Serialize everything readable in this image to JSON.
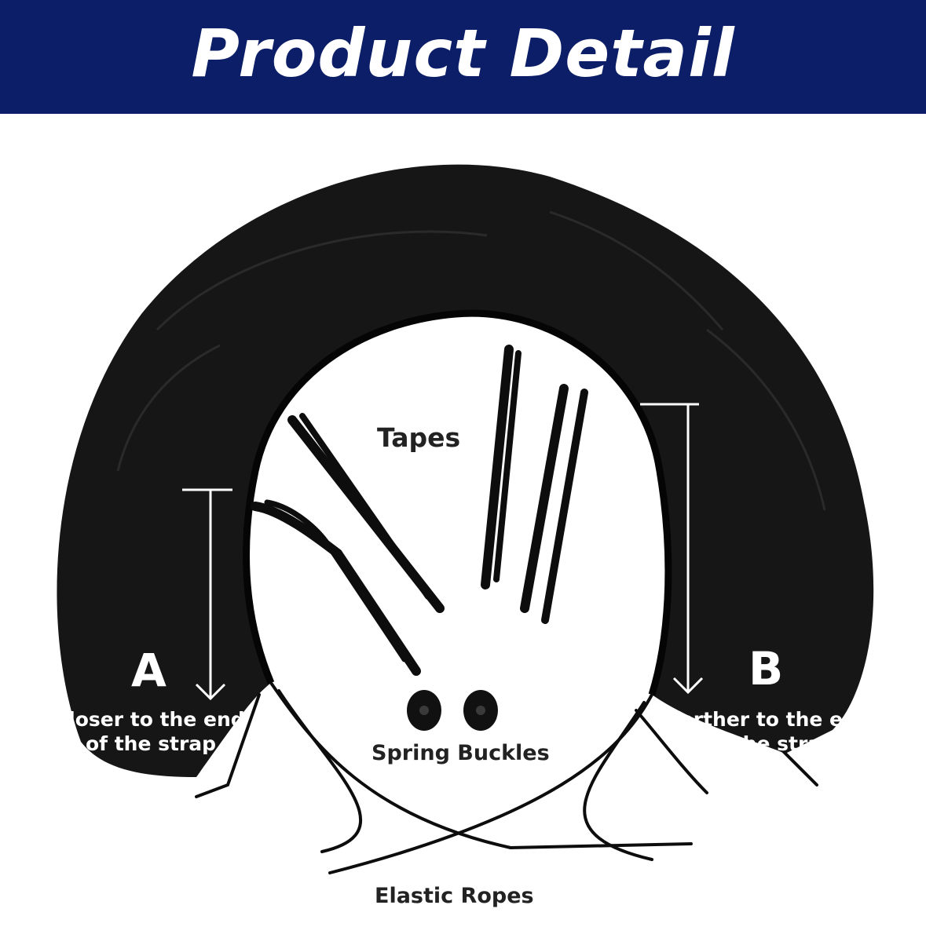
{
  "banner": {
    "title": "Product Detail",
    "color": "#0c1e67"
  },
  "labels": {
    "tapes": "Tapes",
    "spring_buckles": "Spring Buckles",
    "elastic_ropes": "Elastic Ropes",
    "side_a": {
      "letter": "A",
      "line1": "closer to the end",
      "line2": "of the strap"
    },
    "side_b": {
      "letter": "B",
      "line1": "farther to the end",
      "line2": "of the strap"
    }
  },
  "colors": {
    "fabric": "#161616",
    "text_dark": "#222222",
    "text_light": "#ffffff",
    "background": "#ffffff"
  }
}
